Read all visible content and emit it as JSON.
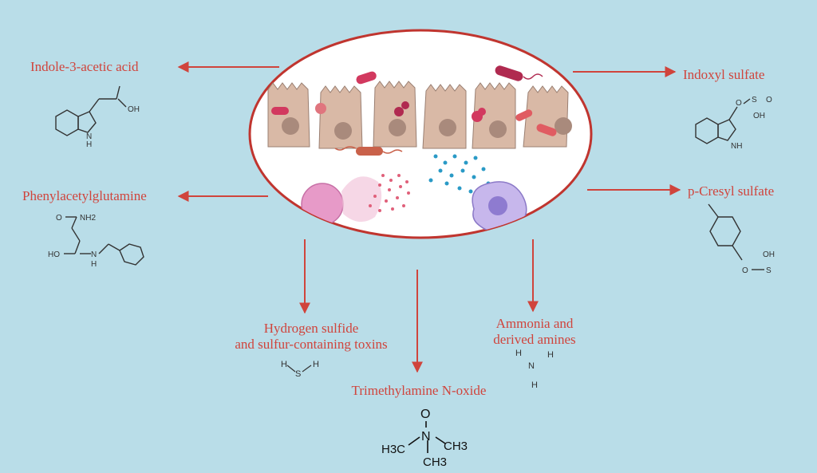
{
  "title": "",
  "metabolites": {
    "indole": "Indole-3-acetic acid",
    "indoxyl": "Indoxyl sulfate",
    "phenyl": "Phenylacetylglutamine",
    "cresyl": "p-Cresyl sulfate",
    "h2s_line1": "Hydrogen sulfide",
    "h2s_line2": "and sulfur-containing toxins",
    "ammonia_line1": "Ammonia and",
    "ammonia_line2": "derived amines",
    "tmao": "Trimethylamine N-oxide"
  },
  "structures": {
    "indole_oh": "OH",
    "indole_nh": "H",
    "indole_n": "N",
    "indoxyl_o": "O",
    "indoxyl_s": "S",
    "indoxyl_oh": "OH",
    "indoxyl_o2": "O",
    "indoxyl_nh": "NH",
    "pag_nh2": "NH2",
    "pag_o": "O",
    "pag_ho": "HO",
    "pag_nh": "N",
    "pag_h": "H",
    "cresyl_oh": "OH",
    "cresyl_o": "O",
    "cresyl_s": "S",
    "h2s_h1": "H",
    "h2s_s": "S",
    "h2s_h2": "H",
    "nh3_h1": "H",
    "nh3_n": "N",
    "nh3_h2": "H",
    "nh3_h3": "H",
    "tmao_o": "O",
    "tmao_n": "N",
    "tmao_ch3_left": "H3C",
    "tmao_ch3_right": "CH3",
    "tmao_ch3_bottom": "CH3"
  },
  "colors": {
    "background": "#b9dde8",
    "arrow": "#d0443c",
    "label": "#d0443c",
    "oval_border": "#c0352f",
    "cell": "#d9b9a6",
    "nucleus": "#a98a7c"
  }
}
